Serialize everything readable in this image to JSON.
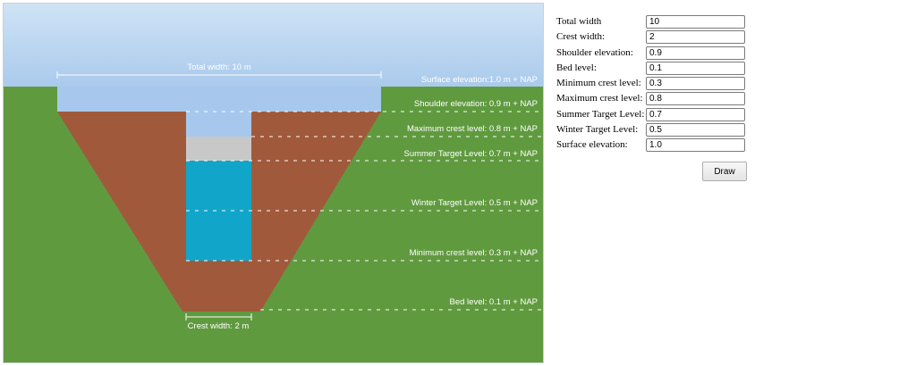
{
  "form": {
    "fields": [
      {
        "label": "Total width",
        "value": "10"
      },
      {
        "label": "Crest width:",
        "value": "2"
      },
      {
        "label": "Shoulder elevation:",
        "value": "0.9"
      },
      {
        "label": "Bed level:",
        "value": "0.1"
      },
      {
        "label": "Minimum crest level:",
        "value": "0.3"
      },
      {
        "label": "Maximum crest level:",
        "value": "0.8"
      },
      {
        "label": "Summer Target Level:",
        "value": "0.7"
      },
      {
        "label": "Winter Target Level:",
        "value": "0.5"
      },
      {
        "label": "Surface elevation:",
        "value": "1.0"
      }
    ],
    "draw_label": "Draw"
  },
  "diagram": {
    "labels": {
      "total_width": "Total width: 10 m",
      "crest_width": "Crest width: 2 m",
      "surface": "Surface elevation:1.0 m + NAP",
      "shoulder": "Shoulder elevation: 0.9 m + NAP",
      "max_crest": "Maximum crest level: 0.8 m + NAP",
      "summer": "Summer Target Level: 0.7 m + NAP",
      "winter": "Winter Target Level: 0.5 m + NAP",
      "min_crest": "Minimum crest level: 0.3 m + NAP",
      "bed": "Bed level: 0.1 m + NAP"
    },
    "colors": {
      "sky_top": "#c4dbf1",
      "sky_bottom": "#a8c9ec",
      "grass": "#609a3f",
      "soil": "#a05a3b",
      "water_channel": "#a7c8ec",
      "crest_band": "#c8c8c8",
      "water": "#12a5ca"
    }
  }
}
